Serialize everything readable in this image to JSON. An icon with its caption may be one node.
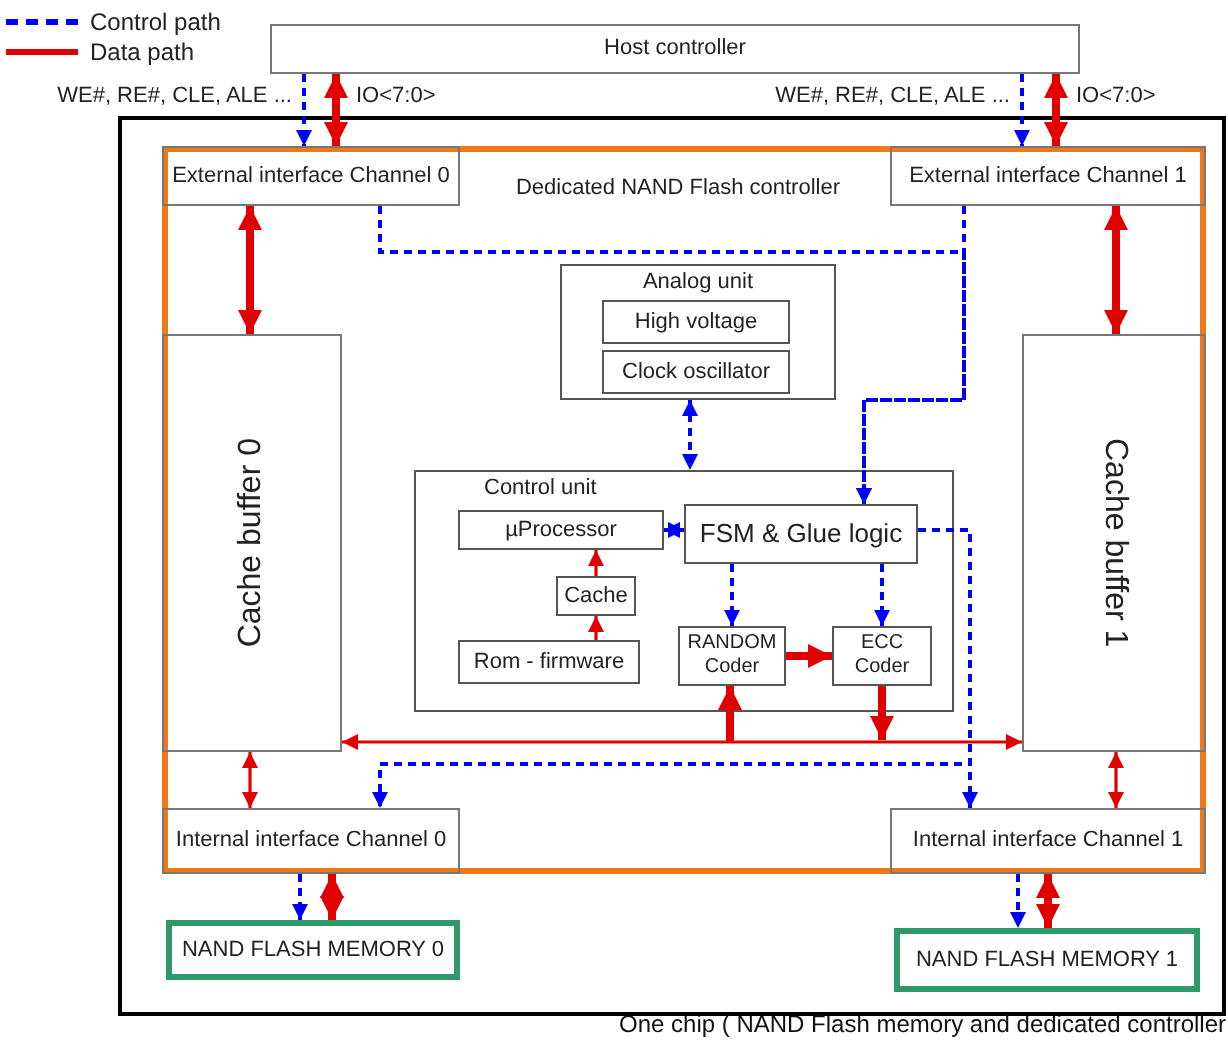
{
  "diagram": {
    "nodes": [
      {
        "text": [
          "Host controller"
        ]
      },
      {
        "text": [
          "One chip ( NAND Flash memory and dedicated controller"
        ]
      },
      {
        "text": [
          "Dedicated NAND Flash controller"
        ],
        "in": 1
      },
      {
        "text": [
          "External interface Channel 0"
        ],
        "in": 2
      },
      {
        "text": [
          "External interface Channel 1"
        ],
        "in": 2
      },
      {
        "text": [
          "Cache buffer 0"
        ],
        "in": 2
      },
      {
        "text": [
          "Cache buffer 1"
        ],
        "in": 2
      },
      {
        "text": [
          "Analog unit"
        ],
        "in": 2
      },
      {
        "text": [
          "High voltage"
        ],
        "in": 7
      },
      {
        "text": [
          "Clock oscillator"
        ],
        "in": 7
      },
      {
        "text": [
          "Control unit"
        ],
        "in": 2
      },
      {
        "text": [
          "µProcessor"
        ],
        "in": 10
      },
      {
        "text": [
          "FSM & Glue logic"
        ],
        "in": 10
      },
      {
        "text": [
          "Cache"
        ],
        "in": 10
      },
      {
        "text": [
          "Rom - firmware"
        ],
        "in": 10
      },
      {
        "text": [
          "RANDOM Coder"
        ],
        "in": 10
      },
      {
        "text": [
          "ECC Coder"
        ],
        "in": 10
      },
      {
        "text": [
          "Internal interface Channel 0"
        ],
        "in": 2
      },
      {
        "text": [
          "Internal interface Channel 1"
        ],
        "in": 2
      },
      {
        "text": [
          "NAND FLASH MEMORY 0"
        ],
        "in": 1
      },
      {
        "text": [
          "NAND FLASH MEMORY 1"
        ],
        "in": 1
      }
    ],
    "edges": [
      {
        "from": 0,
        "to": 3,
        "arrow": "to",
        "label": "WE#, RE#, CLE, ALE ...",
        "style": "dashed",
        "color": "#0000ff"
      },
      {
        "from": 0,
        "to": 3,
        "arrow": "both",
        "label": "IO<7:0>",
        "style": "thick"
      },
      {
        "from": 0,
        "to": 4,
        "arrow": "to",
        "label": "WE#, RE#, CLE, ALE ...",
        "style": "dashed",
        "color": "#0000ff"
      },
      {
        "from": 0,
        "to": 4,
        "arrow": "both",
        "label": "IO<7:0>",
        "style": "thick"
      },
      {
        "from": 3,
        "to": 5,
        "arrow": "both",
        "style": "thick"
      },
      {
        "from": 4,
        "to": 6,
        "arrow": "both",
        "style": "thick"
      },
      {
        "from": 3,
        "to": 12,
        "arrow": "to",
        "style": "dashed",
        "color": "#0000ff"
      },
      {
        "from": 4,
        "to": 12,
        "arrow": "to",
        "style": "dashed",
        "color": "#0000ff"
      },
      {
        "from": 7,
        "to": 10,
        "arrow": "both",
        "style": "dashed",
        "color": "#0000ff"
      },
      {
        "from": 11,
        "to": 12,
        "arrow": "both",
        "style": "dashed",
        "color": "#0000ff"
      },
      {
        "from": 12,
        "to": 15,
        "arrow": "to",
        "style": "dashed",
        "color": "#0000ff"
      },
      {
        "from": 12,
        "to": 16,
        "arrow": "to",
        "style": "dashed",
        "color": "#0000ff"
      },
      {
        "from": 13,
        "to": 11,
        "arrow": "to"
      },
      {
        "from": 14,
        "to": 13,
        "arrow": "to"
      },
      {
        "from": 15,
        "to": 16,
        "arrow": "to",
        "style": "thick"
      },
      {
        "from": 5,
        "to": 6,
        "arrow": "both"
      },
      {
        "from": null,
        "to": 15,
        "arrow": "to",
        "style": "thick"
      },
      {
        "from": 16,
        "to": null,
        "arrow": "to",
        "style": "thick"
      },
      {
        "from": 5,
        "to": 17,
        "arrow": "both"
      },
      {
        "from": 6,
        "to": 18,
        "arrow": "both"
      },
      {
        "from": 12,
        "to": 17,
        "arrow": "to",
        "style": "dashed",
        "color": "#0000ff"
      },
      {
        "from": 12,
        "to": 18,
        "arrow": "to",
        "style": "dashed",
        "color": "#0000ff"
      },
      {
        "from": 17,
        "to": 19,
        "arrow": "to",
        "style": "dashed",
        "color": "#0000ff"
      },
      {
        "from": 17,
        "to": 19,
        "arrow": "both",
        "style": "thick"
      },
      {
        "from": 18,
        "to": 20,
        "arrow": "to",
        "style": "dashed",
        "color": "#0000ff"
      },
      {
        "from": 18,
        "to": 20,
        "arrow": "both",
        "style": "thick"
      }
    ],
    "legend": [
      {
        "text": "Control path"
      },
      {
        "text": "Data path"
      }
    ]
  }
}
